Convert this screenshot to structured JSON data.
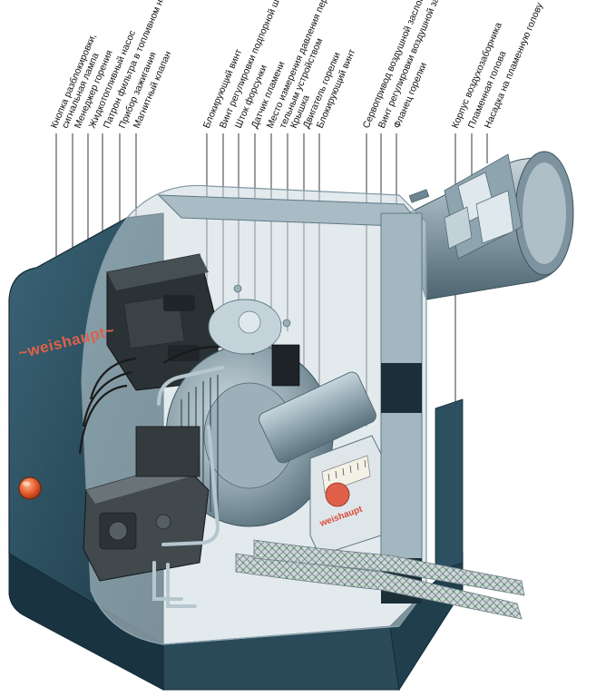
{
  "labels": [
    {
      "id": "reset-button",
      "text": "Кнопка разблокировки,"
    },
    {
      "id": "signal-lamp",
      "text": "сигнальная лампа"
    },
    {
      "id": "combustion-manager",
      "text": "Менеджер горения"
    },
    {
      "id": "fuel-pump",
      "text": "Жидкотопливный насос"
    },
    {
      "id": "pump-filter",
      "text": "Патрон фильтра в топливном насосе"
    },
    {
      "id": "ignition-unit",
      "text": "Прибор зажигания"
    },
    {
      "id": "solenoid-valve",
      "text": "Магнитный клапан"
    },
    {
      "id": "locking-screw-1",
      "text": "Блокирующий винт"
    },
    {
      "id": "baffle-screw",
      "text": "Винт регулировки подпорной шайбы"
    },
    {
      "id": "nozzle-rod",
      "text": "Шток форсунки"
    },
    {
      "id": "flame-sensor",
      "text": "Датчик пламени"
    },
    {
      "id": "pressure-point-1",
      "text": "Место измерения давления перед смеси-"
    },
    {
      "id": "pressure-point-2",
      "text": "тельным устройством"
    },
    {
      "id": "cover",
      "text": "Крышка"
    },
    {
      "id": "burner-motor",
      "text": "Двигатель горелки"
    },
    {
      "id": "locking-screw-2",
      "text": "Блокирующий винт"
    },
    {
      "id": "air-damper-servo",
      "text": "Сервопривод воздушной заслонки"
    },
    {
      "id": "air-damper-screw",
      "text": "Винт регулировки воздушной заслонки"
    },
    {
      "id": "burner-flange",
      "text": "Фланец горелки"
    },
    {
      "id": "air-intake-housing",
      "text": "Корпус воздухозаборника"
    },
    {
      "id": "flame-tube",
      "text": "Пламенная голова"
    },
    {
      "id": "flame-head-nozzle",
      "text": "Насадка на пламенную голову"
    }
  ],
  "brand": {
    "housing": "~weishaupt~",
    "servo": "weishaupt"
  },
  "colors": {
    "housing": "#2f5566",
    "housing_dark": "#1f3c49",
    "steel": "#8fa6b1",
    "steel_dark": "#5f7883",
    "glass": "#c9d8df",
    "brand_red": "#e0604a",
    "lamp": "#e0572b"
  }
}
